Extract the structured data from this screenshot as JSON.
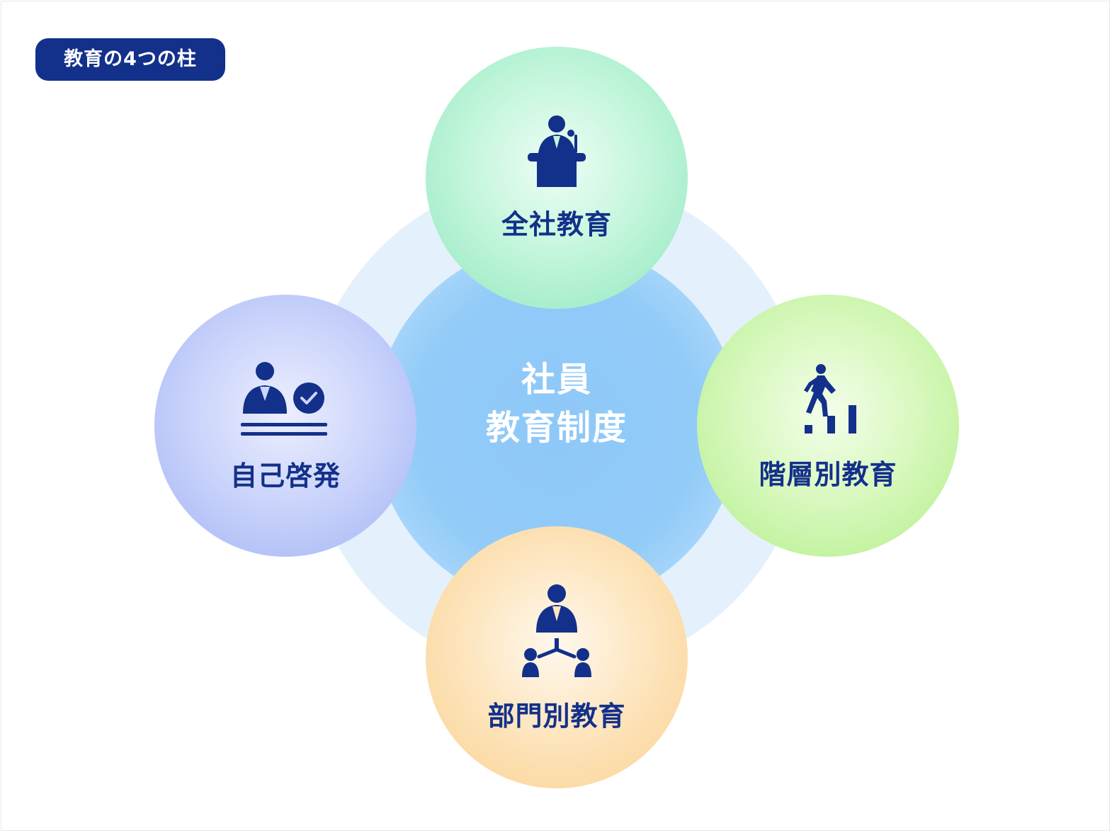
{
  "badge": {
    "label": "教育の4つの柱"
  },
  "center": {
    "line1": "社員",
    "line2": "教育制度"
  },
  "pillars": {
    "top": {
      "label": "全社教育",
      "icon": "speaker-podium-icon"
    },
    "left": {
      "label": "自己啓発",
      "icon": "self-study-check-icon"
    },
    "right": {
      "label": "階層別教育",
      "icon": "climbing-steps-icon"
    },
    "bottom": {
      "label": "部門別教育",
      "icon": "team-hierarchy-icon"
    }
  },
  "colors": {
    "navy": "#13308a",
    "halo": "#e4f1fd",
    "core": "#8ec8f8",
    "top": "#a2ecc9",
    "left": "#b1bff7",
    "right": "#bff29c",
    "bottom": "#fbd8a0"
  }
}
